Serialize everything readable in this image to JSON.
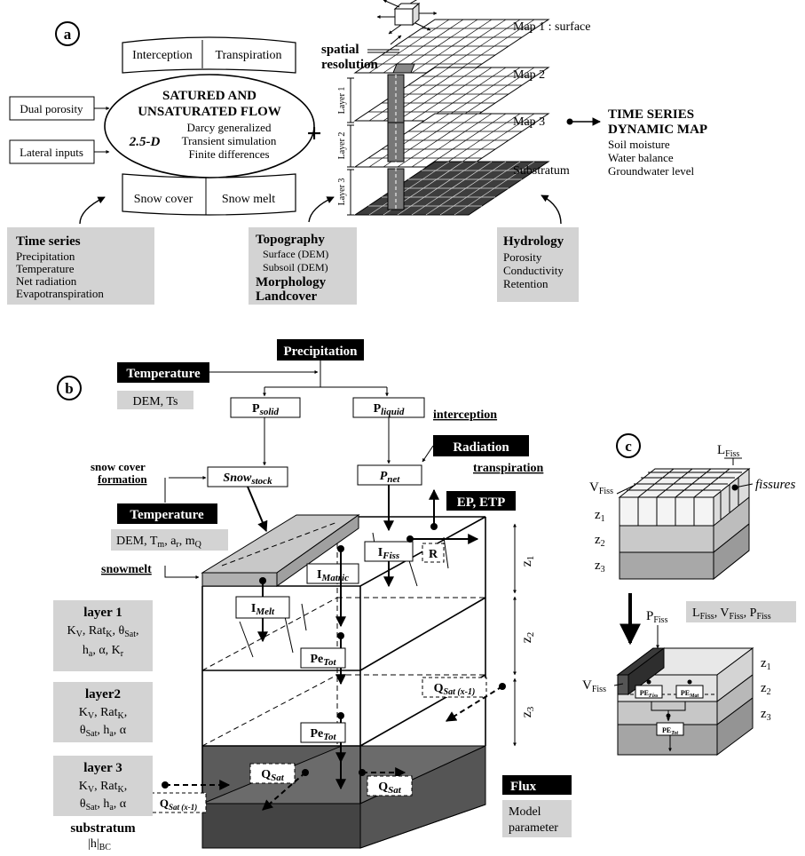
{
  "panel_a": {
    "label": "a",
    "interception": "Interception",
    "transpiration": "Transpiration",
    "dual_porosity": "Dual porosity",
    "lateral_inputs": "Lateral inputs",
    "core_title_1": "SATURED  AND",
    "core_title_2": "UNSATURATED FLOW",
    "core_dim": "2.5-D",
    "core_line_1": "Darcy generalized",
    "core_line_2": "Transient simulation",
    "core_line_3": "Finite differences",
    "snow_cover": "Snow cover",
    "snow_melt": "Snow melt",
    "plus": "+",
    "spatial_1": "spatial",
    "spatial_2": "resolution",
    "map1": "Map 1 : surface",
    "map2": "Map 2",
    "map3": "Map 3",
    "substratum": "Substratum",
    "layer1": "Layer 1",
    "layer2": "Layer 2",
    "layer3": "Layer 3",
    "out_title_1": "TIME SERIES",
    "out_title_2": "DYNAMIC MAP",
    "out_items": [
      "Soil moisture",
      "Water balance",
      "Groundwater level"
    ],
    "ts_title": "Time series",
    "ts_items": [
      "Precipitation",
      "Temperature",
      "Net radiation",
      "Evapotranspiration"
    ],
    "topo_title": "Topography",
    "topo_items": [
      "Surface (DEM)",
      "Subsoil (DEM)"
    ],
    "morph_1": "Morphology",
    "morph_2": "Landcover",
    "hydro_title": "Hydrology",
    "hydro_items": [
      "Porosity",
      "Conductivity",
      "Retention"
    ]
  },
  "panel_b": {
    "label": "b",
    "precipitation": "Precipitation",
    "temperature": "Temperature",
    "dem_ts": "DEM, Ts",
    "p_solid_main": "P",
    "p_solid_sub": "solid",
    "p_liquid_main": "P",
    "p_liquid_sub": "liquid",
    "interception": "interception",
    "radiation": "Radiation",
    "transpiration": "transpiration",
    "snow_cover_1": "snow cover",
    "snow_cover_2": "formation",
    "snowstock_main": "Snow",
    "snowstock_sub": "stock",
    "pnet_main": "P",
    "pnet_sub": "net",
    "ep_etp": "EP, ETP",
    "temperature2": "Temperature",
    "dem_tm": "DEM, T",
    "snowmelt": "snowmelt",
    "i_matric_main": "I",
    "i_matric_sub": "Matric",
    "i_fiss_main": "I",
    "i_fiss_sub": "Fiss",
    "r": "R",
    "i_melt_main": "I",
    "i_melt_sub": "Melt",
    "pe_main": "Pe",
    "pe_sub": "Tot",
    "q_main": "Q",
    "q_sub": "Sat",
    "qx_sub": "Sat (x-1)",
    "z1": "z",
    "z2": "z",
    "z3": "z",
    "layer1_title": "layer 1",
    "layer2_title": "layer2",
    "layer3_title": "layer 3",
    "substratum": "substratum",
    "bc": "|h|",
    "bc_sub": "BC",
    "legend_flux": "Flux",
    "legend_model_1": "Model",
    "legend_model_2": "parameter"
  },
  "panel_c": {
    "label": "c",
    "l_fiss": "L",
    "v_fiss": "V",
    "fiss_sub": "Fiss",
    "fissures": "fissures",
    "p_fiss": "P",
    "param_box": "L",
    "pe_fiss": "PE",
    "pe_fiss_sub": "Fiss",
    "pe_mat": "PE",
    "pe_mat_sub": "Mat",
    "pe_tot": "PE",
    "pe_tot_sub": "Tot"
  },
  "colors": {
    "param_gray": "#d3d3d3",
    "flux_black": "#000000",
    "dark_layer": "#4a4a4a",
    "mid_layer": "#b9b9b9",
    "light_layer": "#e4e4e4"
  }
}
